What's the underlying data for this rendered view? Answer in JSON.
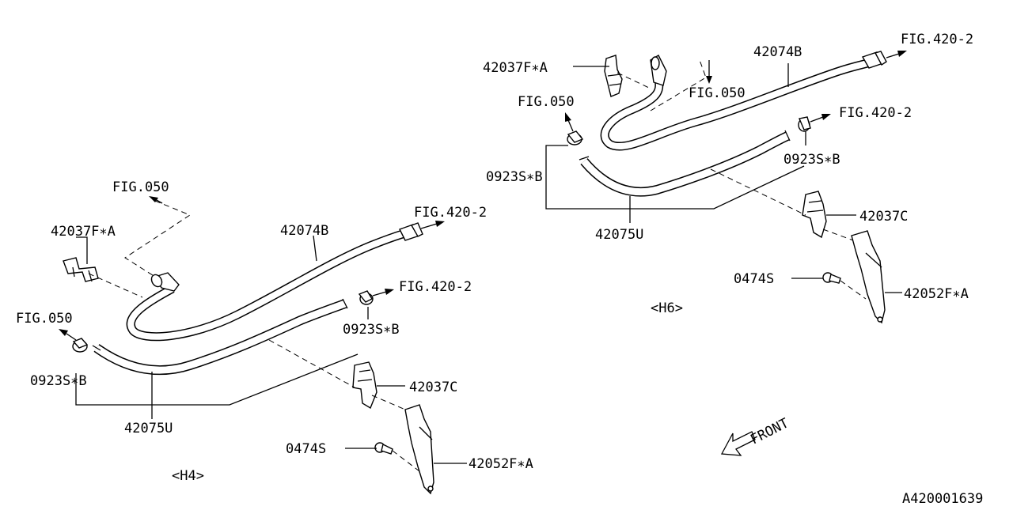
{
  "h4": {
    "fig050_top": "FIG.050",
    "clip_a": "42037F∗A",
    "hose_b": "42074B",
    "fig420_top": "FIG.420-2",
    "fig420_mid": "FIG.420-2",
    "fig050_left": "FIG.050",
    "clamp_right": "0923S∗B",
    "clamp_left": "0923S∗B",
    "clip_c": "42037C",
    "hose_u": "42075U",
    "bolt": "0474S",
    "bracket": "42052F∗A",
    "group": "<H4>"
  },
  "h6": {
    "clip_a": "42037F∗A",
    "hose_b": "42074B",
    "fig420_top": "FIG.420-2",
    "fig050_left": "FIG.050",
    "fig050_right": "FIG.050",
    "fig420_mid": "FIG.420-2",
    "clamp_left": "0923S∗B",
    "clamp_right": "0923S∗B",
    "hose_u": "42075U",
    "clip_c": "42037C",
    "bolt": "0474S",
    "bracket": "42052F∗A",
    "group": "<H6>"
  },
  "front_label": "FRONT",
  "diagram_id": "A420001639"
}
